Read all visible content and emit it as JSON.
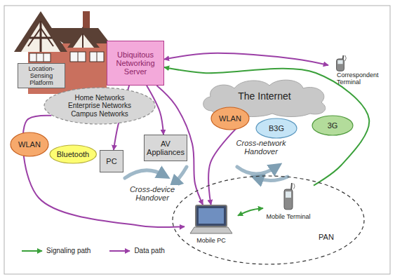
{
  "diagram": {
    "nodes": [
      {
        "text": [
          "Location-Sensing Platform"
        ]
      },
      {
        "text": [
          "Ubiquitous Networking Server"
        ]
      },
      {
        "text": [
          "Correspondent Terminal"
        ]
      },
      {
        "text": [
          "The Internet"
        ]
      },
      {
        "text": [
          "Home Networks Enterprise Networks Campus Networks"
        ]
      },
      {
        "text": [
          "WLAN"
        ]
      },
      {
        "text": [
          "Bluetooth"
        ]
      },
      {
        "text": [
          "PC"
        ]
      },
      {
        "text": [
          "AV Appliances"
        ]
      },
      {
        "text": [
          "WLAN"
        ]
      },
      {
        "text": [
          "B3G"
        ]
      },
      {
        "text": [
          "3G"
        ]
      },
      {
        "text": [
          "PAN"
        ]
      },
      {
        "text": [
          "Mobile PC"
        ],
        "in": 12
      },
      {
        "text": [
          "Mobile Terminal"
        ],
        "in": 12
      }
    ],
    "edges": [
      {
        "from": 1,
        "to": 2,
        "arrow": "both"
      },
      {
        "from": 1,
        "to": 8,
        "arrow": "to"
      },
      {
        "from": 1,
        "to": 7,
        "arrow": "to"
      },
      {
        "from": 1,
        "to": 13,
        "arrow": "to"
      },
      {
        "from": 4,
        "to": 13,
        "arrow": "to"
      },
      {
        "from": 3,
        "to": 13,
        "arrow": "to"
      },
      {
        "from": 14,
        "to": 1,
        "arrow": "to"
      },
      {
        "from": 13,
        "to": 14,
        "arrow": "both"
      }
    ],
    "labels": [
      "Cross-network Handover",
      "Cross-device Handover"
    ],
    "legend": [
      {
        "text": "Signaling path"
      },
      {
        "text": "Data path"
      }
    ]
  }
}
